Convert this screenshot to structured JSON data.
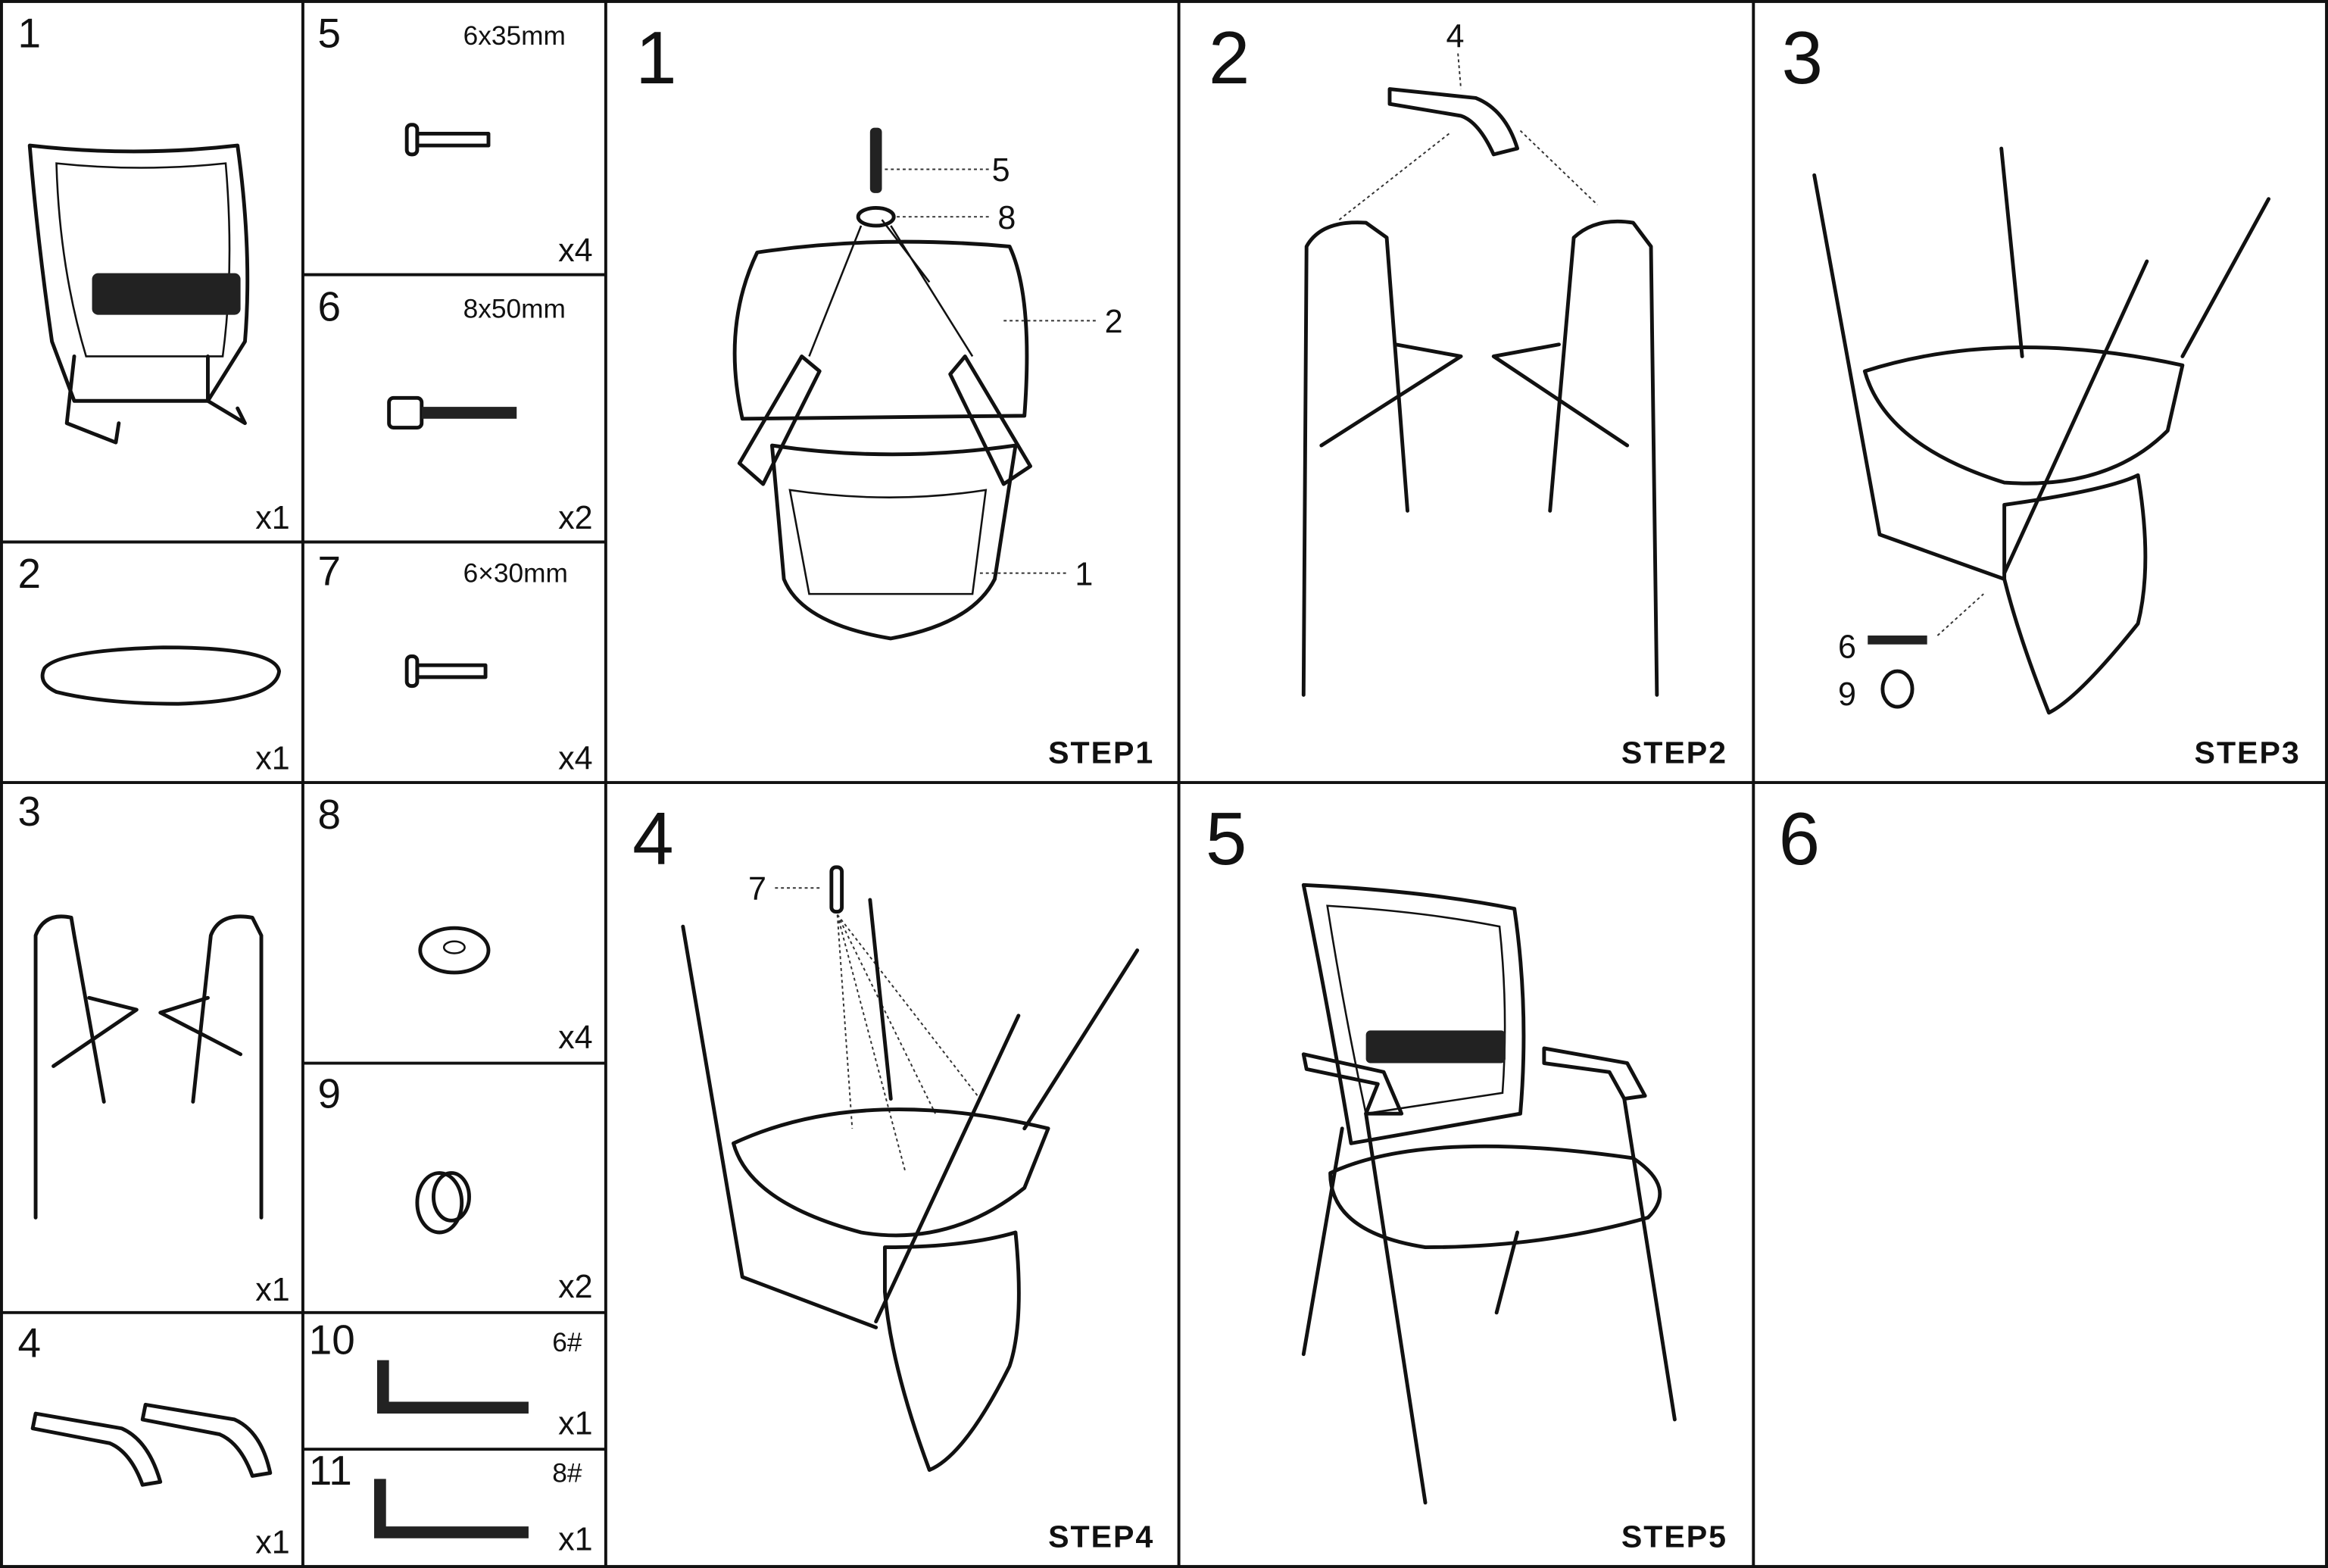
{
  "parts": [
    {
      "number": "1",
      "spec": "",
      "qty": "x1",
      "name": "backrest"
    },
    {
      "number": "2",
      "spec": "",
      "qty": "x1",
      "name": "seat"
    },
    {
      "number": "3",
      "spec": "",
      "qty": "x1",
      "name": "leg-frames"
    },
    {
      "number": "4",
      "spec": "",
      "qty": "x1",
      "name": "armrests"
    },
    {
      "number": "5",
      "spec": "6x35mm",
      "qty": "x4",
      "name": "bolt"
    },
    {
      "number": "6",
      "spec": "8x50mm",
      "qty": "x2",
      "name": "hex-bolt"
    },
    {
      "number": "7",
      "spec": "6×30mm",
      "qty": "x4",
      "name": "bolt"
    },
    {
      "number": "8",
      "spec": "",
      "qty": "x4",
      "name": "washer"
    },
    {
      "number": "9",
      "spec": "",
      "qty": "x2",
      "name": "cap"
    },
    {
      "number": "10",
      "spec": "6#",
      "qty": "x1",
      "name": "allen-key"
    },
    {
      "number": "11",
      "spec": "8#",
      "qty": "x1",
      "name": "allen-key"
    }
  ],
  "steps": [
    {
      "number": "1",
      "label": "STEP1",
      "callouts": [
        "5",
        "8",
        "2",
        "1"
      ]
    },
    {
      "number": "2",
      "label": "STEP2",
      "callouts": [
        "4"
      ]
    },
    {
      "number": "3",
      "label": "STEP3",
      "callouts": [
        "6",
        "9"
      ]
    },
    {
      "number": "4",
      "label": "STEP4",
      "callouts": [
        "7"
      ]
    },
    {
      "number": "5",
      "label": "STEP5",
      "callouts": []
    },
    {
      "number": "6",
      "label": "",
      "callouts": []
    }
  ]
}
